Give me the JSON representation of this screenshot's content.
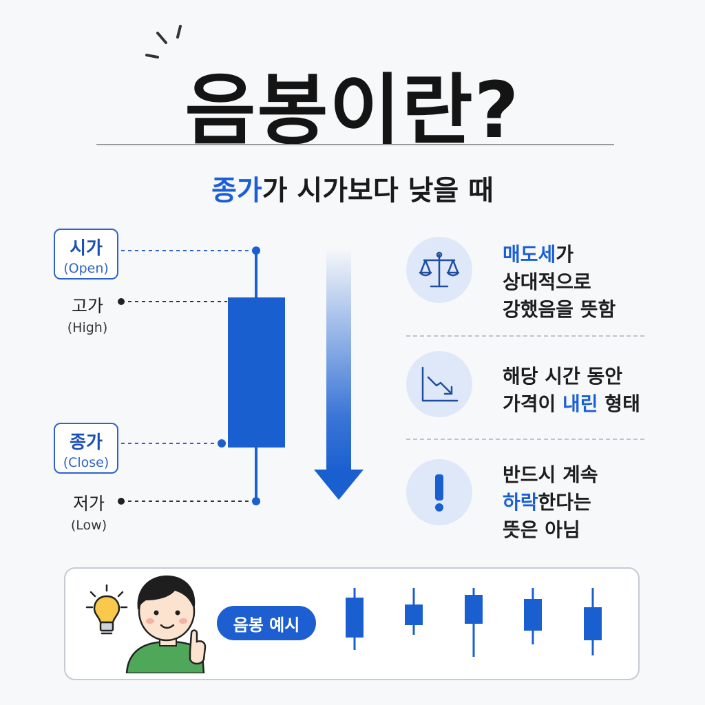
{
  "title": "음봉이란?",
  "subtitle": {
    "part1": "종가",
    "part2": "가 시가보다 ",
    "part3": "낮을 때"
  },
  "labels": {
    "open": {
      "ko": "시가",
      "en": "(Open)"
    },
    "high": {
      "ko": "고가",
      "en": "(High)"
    },
    "close": {
      "ko": "종가",
      "en": "(Close)"
    },
    "low": {
      "ko": "저가",
      "en": "(Low)"
    }
  },
  "features": [
    {
      "icon": "scale-icon",
      "lines": [
        [
          "매도세",
          "가"
        ],
        [
          "상대적으로"
        ],
        [
          "강했음을 뜻함"
        ]
      ]
    },
    {
      "icon": "trend-down-icon",
      "lines": [
        [
          "해당 시간 동안"
        ],
        [
          "가격이 ",
          "내린",
          " 형태"
        ]
      ]
    },
    {
      "icon": "exclamation-icon",
      "lines": [
        [
          "반드시 계속"
        ],
        [
          "하락",
          "한다는"
        ],
        [
          "뜻은 아님"
        ]
      ]
    }
  ],
  "feature_text": {
    "f1_l1_blue": "매도세",
    "f1_l1_rest": "가",
    "f1_l2": "상대적으로",
    "f1_l3": "강했음을 뜻함",
    "f2_l1": "해당 시간 동안",
    "f2_l2_a": "가격이 ",
    "f2_l2_blue": "내린",
    "f2_l2_c": " 형태",
    "f3_l1": "반드시 계속",
    "f3_l2_blue": "하락",
    "f3_l2_rest": "한다는",
    "f3_l3": "뜻은 아님"
  },
  "example": {
    "label": "음봉 예시"
  },
  "colors": {
    "accent": "#1a5fd6",
    "candle": "#1a5fd0",
    "circle": "#dfe8f8"
  }
}
